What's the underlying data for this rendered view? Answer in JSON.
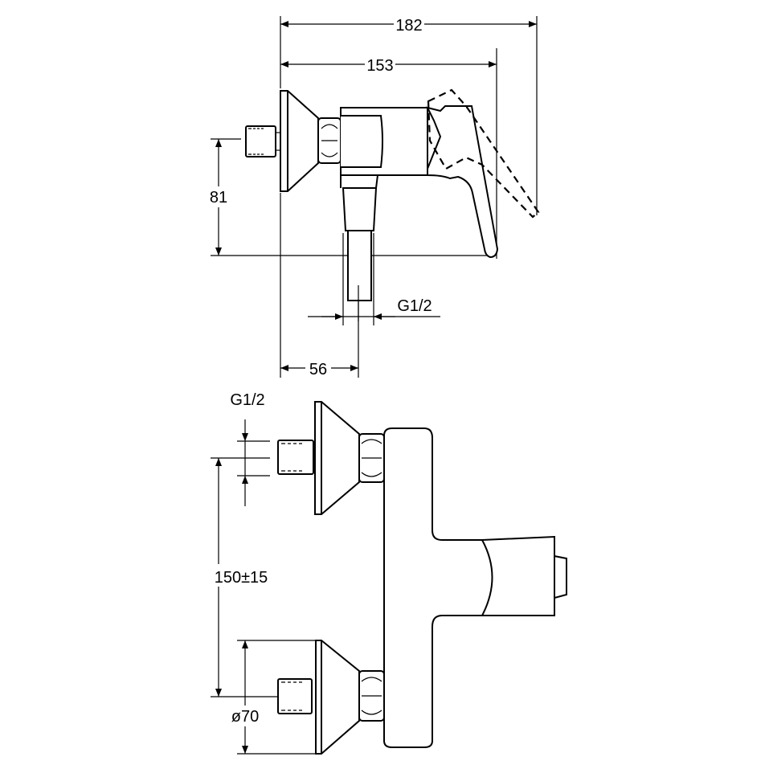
{
  "title": "Shower mixer dimension drawing",
  "side_view": {
    "dim_total_width": "182",
    "dim_handle_width": "153",
    "dim_height": "81",
    "dim_outlet_thread": "G1/2",
    "dim_outlet_offset": "56"
  },
  "front_view": {
    "dim_inlet_thread": "G1/2",
    "dim_inlet_spacing": "150±15",
    "dim_plate_diameter": "ø70"
  }
}
